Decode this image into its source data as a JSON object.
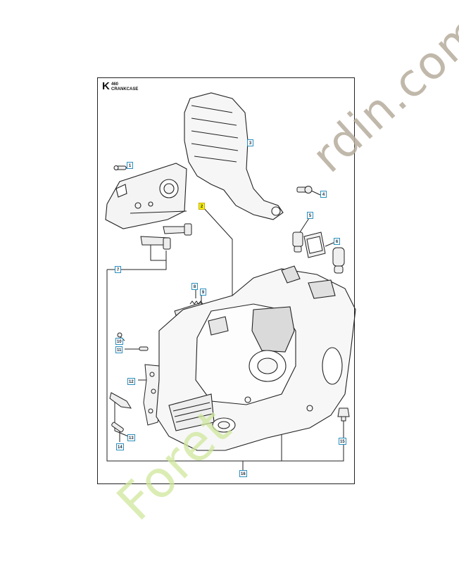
{
  "header": {
    "letter": "K",
    "model": "460",
    "title": "CRANKCASE"
  },
  "callouts": [
    {
      "id": "c1",
      "label": "1",
      "highlight": false
    },
    {
      "id": "c2",
      "label": "2",
      "highlight": true
    },
    {
      "id": "c3",
      "label": "3",
      "highlight": false
    },
    {
      "id": "c4",
      "label": "4",
      "highlight": false
    },
    {
      "id": "c5",
      "label": "5",
      "highlight": false
    },
    {
      "id": "c6",
      "label": "6",
      "highlight": false
    },
    {
      "id": "c7",
      "label": "7",
      "highlight": false
    },
    {
      "id": "c8",
      "label": "8",
      "highlight": false
    },
    {
      "id": "c9",
      "label": "9",
      "highlight": false
    },
    {
      "id": "c10",
      "label": "10",
      "highlight": false
    },
    {
      "id": "c11",
      "label": "11",
      "highlight": false
    },
    {
      "id": "c12",
      "label": "12",
      "highlight": false
    },
    {
      "id": "c13",
      "label": "13",
      "highlight": false
    },
    {
      "id": "c14",
      "label": "14",
      "highlight": false
    },
    {
      "id": "c15",
      "label": "15",
      "highlight": false
    },
    {
      "id": "c16",
      "label": "16",
      "highlight": false
    }
  ],
  "watermark": {
    "text_a": "rdin.com",
    "text_b": "Foret",
    "color_a": "#b6ac9c",
    "color_b": "#cfe89c"
  },
  "colors": {
    "callout_border": "#2a8fbf",
    "highlight": "#f5f000",
    "line": "#222222"
  }
}
